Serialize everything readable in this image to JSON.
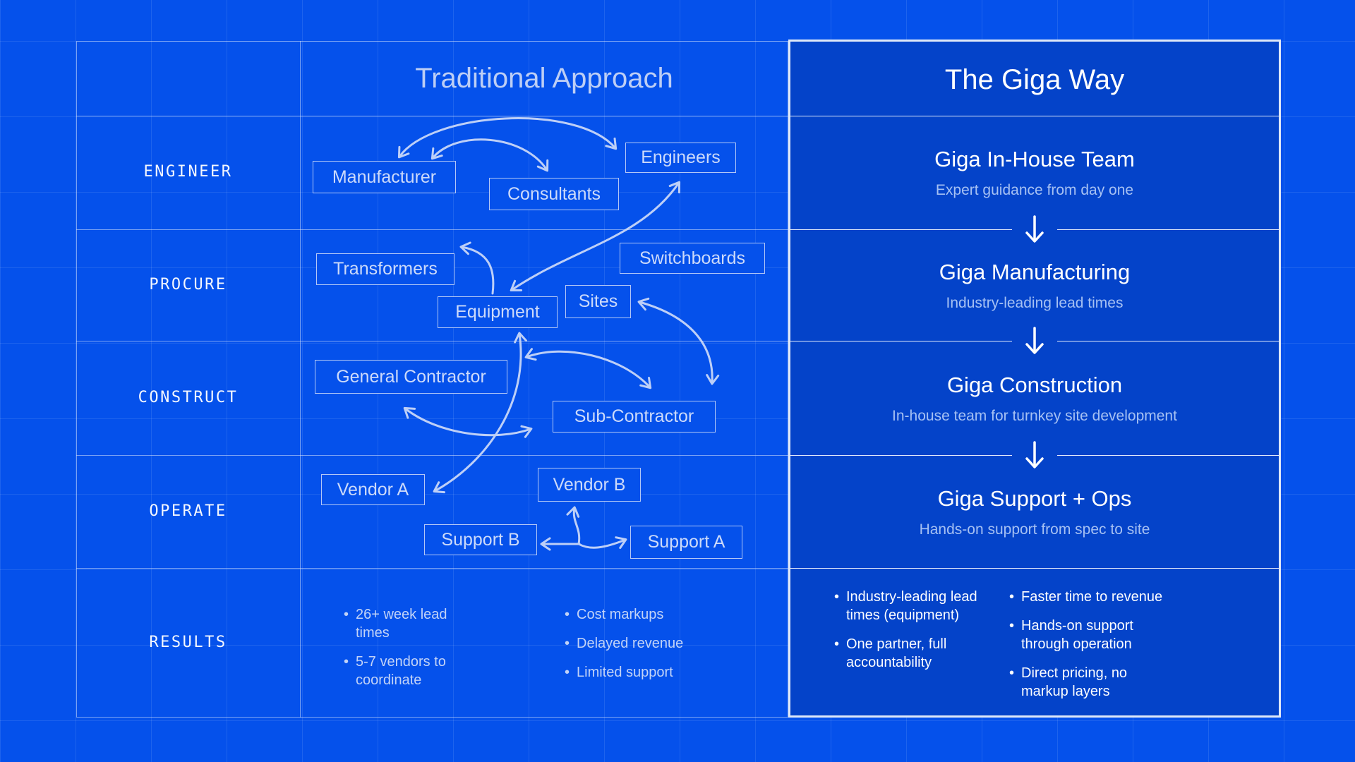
{
  "columns": {
    "traditional_title": "Traditional Approach",
    "giga_title": "The Giga Way"
  },
  "row_labels": [
    "ENGINEER",
    "PROCURE",
    "CONSTRUCT",
    "OPERATE",
    "RESULTS"
  ],
  "diagram_boxes": [
    {
      "id": "manufacturer",
      "label": "Manufacturer"
    },
    {
      "id": "consultants",
      "label": "Consultants"
    },
    {
      "id": "engineers",
      "label": "Engineers"
    },
    {
      "id": "transformers",
      "label": "Transformers"
    },
    {
      "id": "switchboards",
      "label": "Switchboards"
    },
    {
      "id": "equipment",
      "label": "Equipment"
    },
    {
      "id": "sites",
      "label": "Sites"
    },
    {
      "id": "general_contractor",
      "label": "General Contractor"
    },
    {
      "id": "sub_contractor",
      "label": "Sub-Contractor"
    },
    {
      "id": "vendor_a",
      "label": "Vendor A"
    },
    {
      "id": "vendor_b",
      "label": "Vendor B"
    },
    {
      "id": "support_b",
      "label": "Support B"
    },
    {
      "id": "support_a",
      "label": "Support A"
    }
  ],
  "giga_steps": [
    {
      "title": "Giga In-House Team",
      "subtitle": "Expert guidance from day one"
    },
    {
      "title": "Giga Manufacturing",
      "subtitle": "Industry-leading lead times"
    },
    {
      "title": "Giga Construction",
      "subtitle": "In-house team for turnkey site development"
    },
    {
      "title": "Giga Support + Ops",
      "subtitle": "Hands-on support from spec to site"
    }
  ],
  "results": {
    "traditional": {
      "col1": [
        "26+ week lead times",
        "5-7 vendors to coordinate"
      ],
      "col2": [
        "Cost markups",
        "Delayed revenue",
        "Limited support"
      ]
    },
    "giga": {
      "col1": [
        "Industry-leading lead times (equipment)",
        "One partner, full accountability"
      ],
      "col2": [
        "Faster time to revenue",
        "Hands-on support through operation",
        "Direct pricing, no markup layers"
      ]
    }
  },
  "colors": {
    "background": "#0551EB",
    "panel": "#0443C9",
    "line_text": "#C7D6F8",
    "white": "#FFFFFF"
  }
}
